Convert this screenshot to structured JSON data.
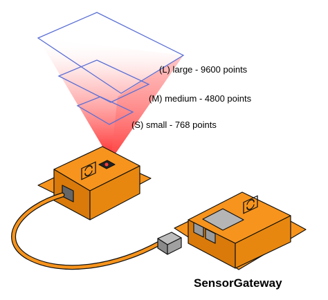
{
  "labels": {
    "large": "(L) large - 9600 points",
    "medium": "(M) medium - 4800 points",
    "small": "(S) small - 768 points"
  },
  "brand": "SensorGateway",
  "colors": {
    "orange": "#f7941d",
    "orange_dark": "#d97a0a",
    "orange_shadow": "#c46a06",
    "beam": "#ff3b3b",
    "frame": "#5a6fd6",
    "outline": "#111111",
    "cable_gray": "#8a8a8a"
  },
  "icons": [
    "sync-icon",
    "sync-icon"
  ]
}
